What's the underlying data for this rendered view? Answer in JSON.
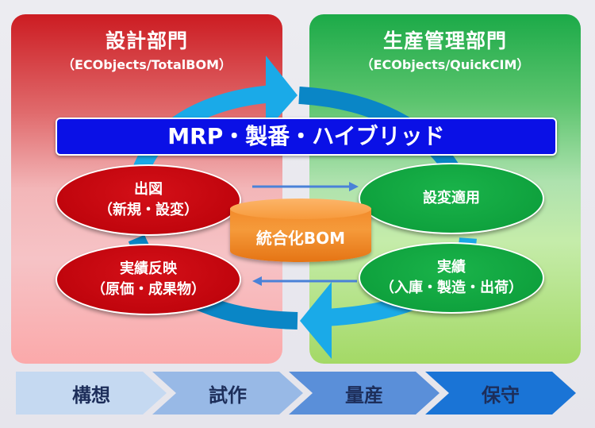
{
  "left_panel": {
    "title": "設計部門",
    "subtitle": "（ECObjects/TotalBOM）",
    "color": "#cc1c22"
  },
  "right_panel": {
    "title": "生産管理部門",
    "subtitle": "（ECObjects/QuickCIM）",
    "color": "#1caa48"
  },
  "banner": {
    "label": "MRP・製番・ハイブリッド",
    "color": "#0a10e6"
  },
  "left_items": [
    {
      "line1": "出図",
      "line2": "（新規・設変）"
    },
    {
      "line1": "実績反映",
      "line2": "（原価・成果物）"
    }
  ],
  "right_items": [
    {
      "line1": "設変適用",
      "line2": ""
    },
    {
      "line1": "実績",
      "line2": "（入庫・製造・出荷）"
    }
  ],
  "center": {
    "label": "統合化BOM",
    "color": "#f28a2a"
  },
  "stages": [
    {
      "label": "構想",
      "color": "#c5d9f1"
    },
    {
      "label": "試作",
      "color": "#98b9e6"
    },
    {
      "label": "量産",
      "color": "#5a8fd9"
    },
    {
      "label": "保守",
      "color": "#1a74d6"
    }
  ],
  "cycle_arrow_colors": {
    "light": "#1aaae8",
    "dark": "#0a86c6",
    "flow": "#4a82d8"
  }
}
